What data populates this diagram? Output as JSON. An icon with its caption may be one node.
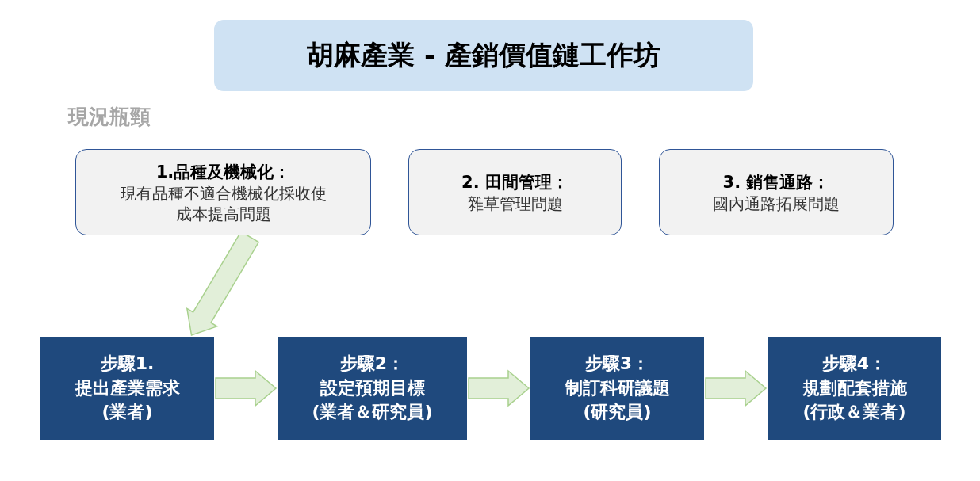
{
  "diagram": {
    "title": "胡麻產業 - 產銷價值鏈工作坊",
    "nodes": [
      {
        "text": [
          "1.品種及機械化：",
          "現有品種不適合機械化採收使成本提高問題"
        ]
      },
      {
        "text": [
          "2. 田間管理：",
          "雜草管理問題"
        ]
      },
      {
        "text": [
          "3. 銷售通路：",
          "國內通路拓展問題"
        ]
      },
      {
        "text": [
          "步驟1.",
          "提出產業需求",
          "(業者)"
        ]
      },
      {
        "text": [
          "步驟2：",
          "設定預期目標",
          "(業者＆研究員)"
        ]
      },
      {
        "text": [
          "步驟3：",
          "制訂科研議題",
          "(研究員)"
        ]
      },
      {
        "text": [
          "步驟4：",
          "規劃配套措施",
          "(行政＆業者)"
        ]
      }
    ],
    "edges": [
      {
        "from": 0,
        "to": 3,
        "arrow": "to"
      },
      {
        "from": 3,
        "to": 4,
        "arrow": "to"
      },
      {
        "from": 4,
        "to": 5,
        "arrow": "to"
      },
      {
        "from": 5,
        "to": 6,
        "arrow": "to"
      }
    ],
    "labels": [
      "現況瓶頸"
    ]
  }
}
